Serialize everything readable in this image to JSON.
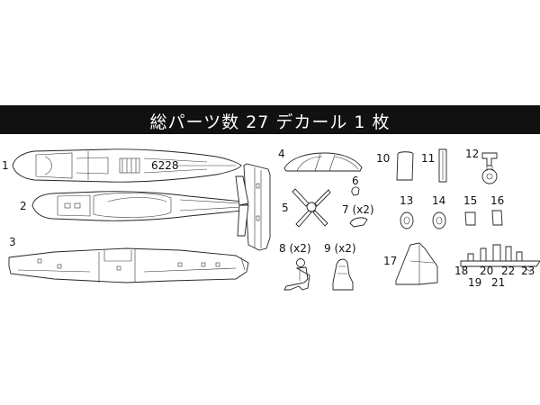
{
  "header": {
    "title": "総パーツ数 27 デカール 1 枚",
    "background": "#111111",
    "text_color": "#ffffff"
  },
  "parts": {
    "p1": "1",
    "p2": "2",
    "p3": "3",
    "p4": "4",
    "p5": "5",
    "p6": "6",
    "p7": "7 (x2)",
    "p8": "8 (x2)",
    "p9": "9 (x2)",
    "p10": "10",
    "p11": "11",
    "p12": "12",
    "p13": "13",
    "p14": "14",
    "p15": "15",
    "p16": "16",
    "p17": "17",
    "p18": "18",
    "p19": "19",
    "p20": "20",
    "p21": "21",
    "p22": "22",
    "p23": "23"
  }
}
